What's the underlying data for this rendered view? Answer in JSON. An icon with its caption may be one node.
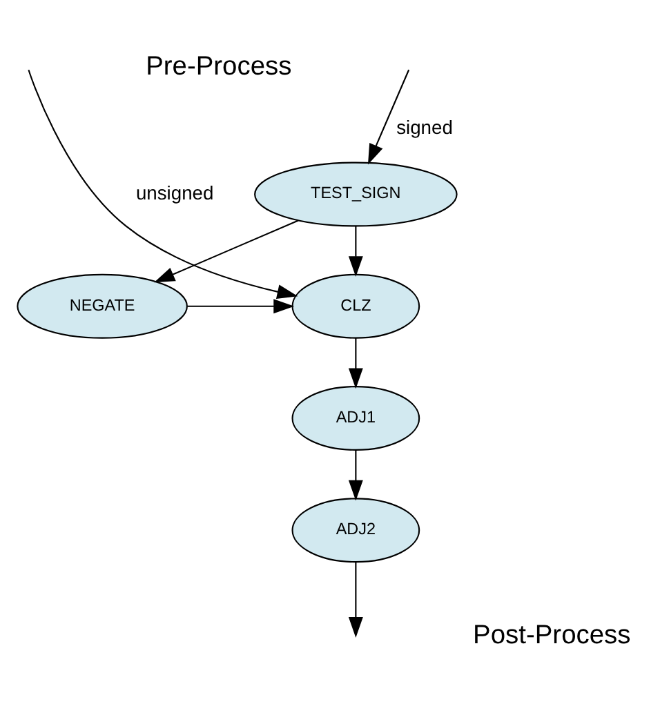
{
  "diagram": {
    "nodes": [
      {
        "text": [
          "TEST_SIGN"
        ]
      },
      {
        "text": [
          "CLZ"
        ]
      },
      {
        "text": [
          "NEGATE"
        ]
      },
      {
        "text": [
          "ADJ1"
        ]
      },
      {
        "text": [
          "ADJ2"
        ]
      }
    ],
    "edges": [
      {
        "from": null,
        "to": 1,
        "arrow": "to",
        "label": "unsigned"
      },
      {
        "from": null,
        "to": 0,
        "arrow": "to",
        "label": "signed"
      },
      {
        "from": 0,
        "to": 1,
        "arrow": "to"
      },
      {
        "from": 0,
        "to": 2,
        "arrow": "to"
      },
      {
        "from": 2,
        "to": 1,
        "arrow": "to"
      },
      {
        "from": 1,
        "to": 3,
        "arrow": "to"
      },
      {
        "from": 3,
        "to": 4,
        "arrow": "to"
      },
      {
        "from": 4,
        "to": null,
        "arrow": "to"
      }
    ],
    "labels": [
      "Pre-Process",
      "Post-Process"
    ]
  }
}
